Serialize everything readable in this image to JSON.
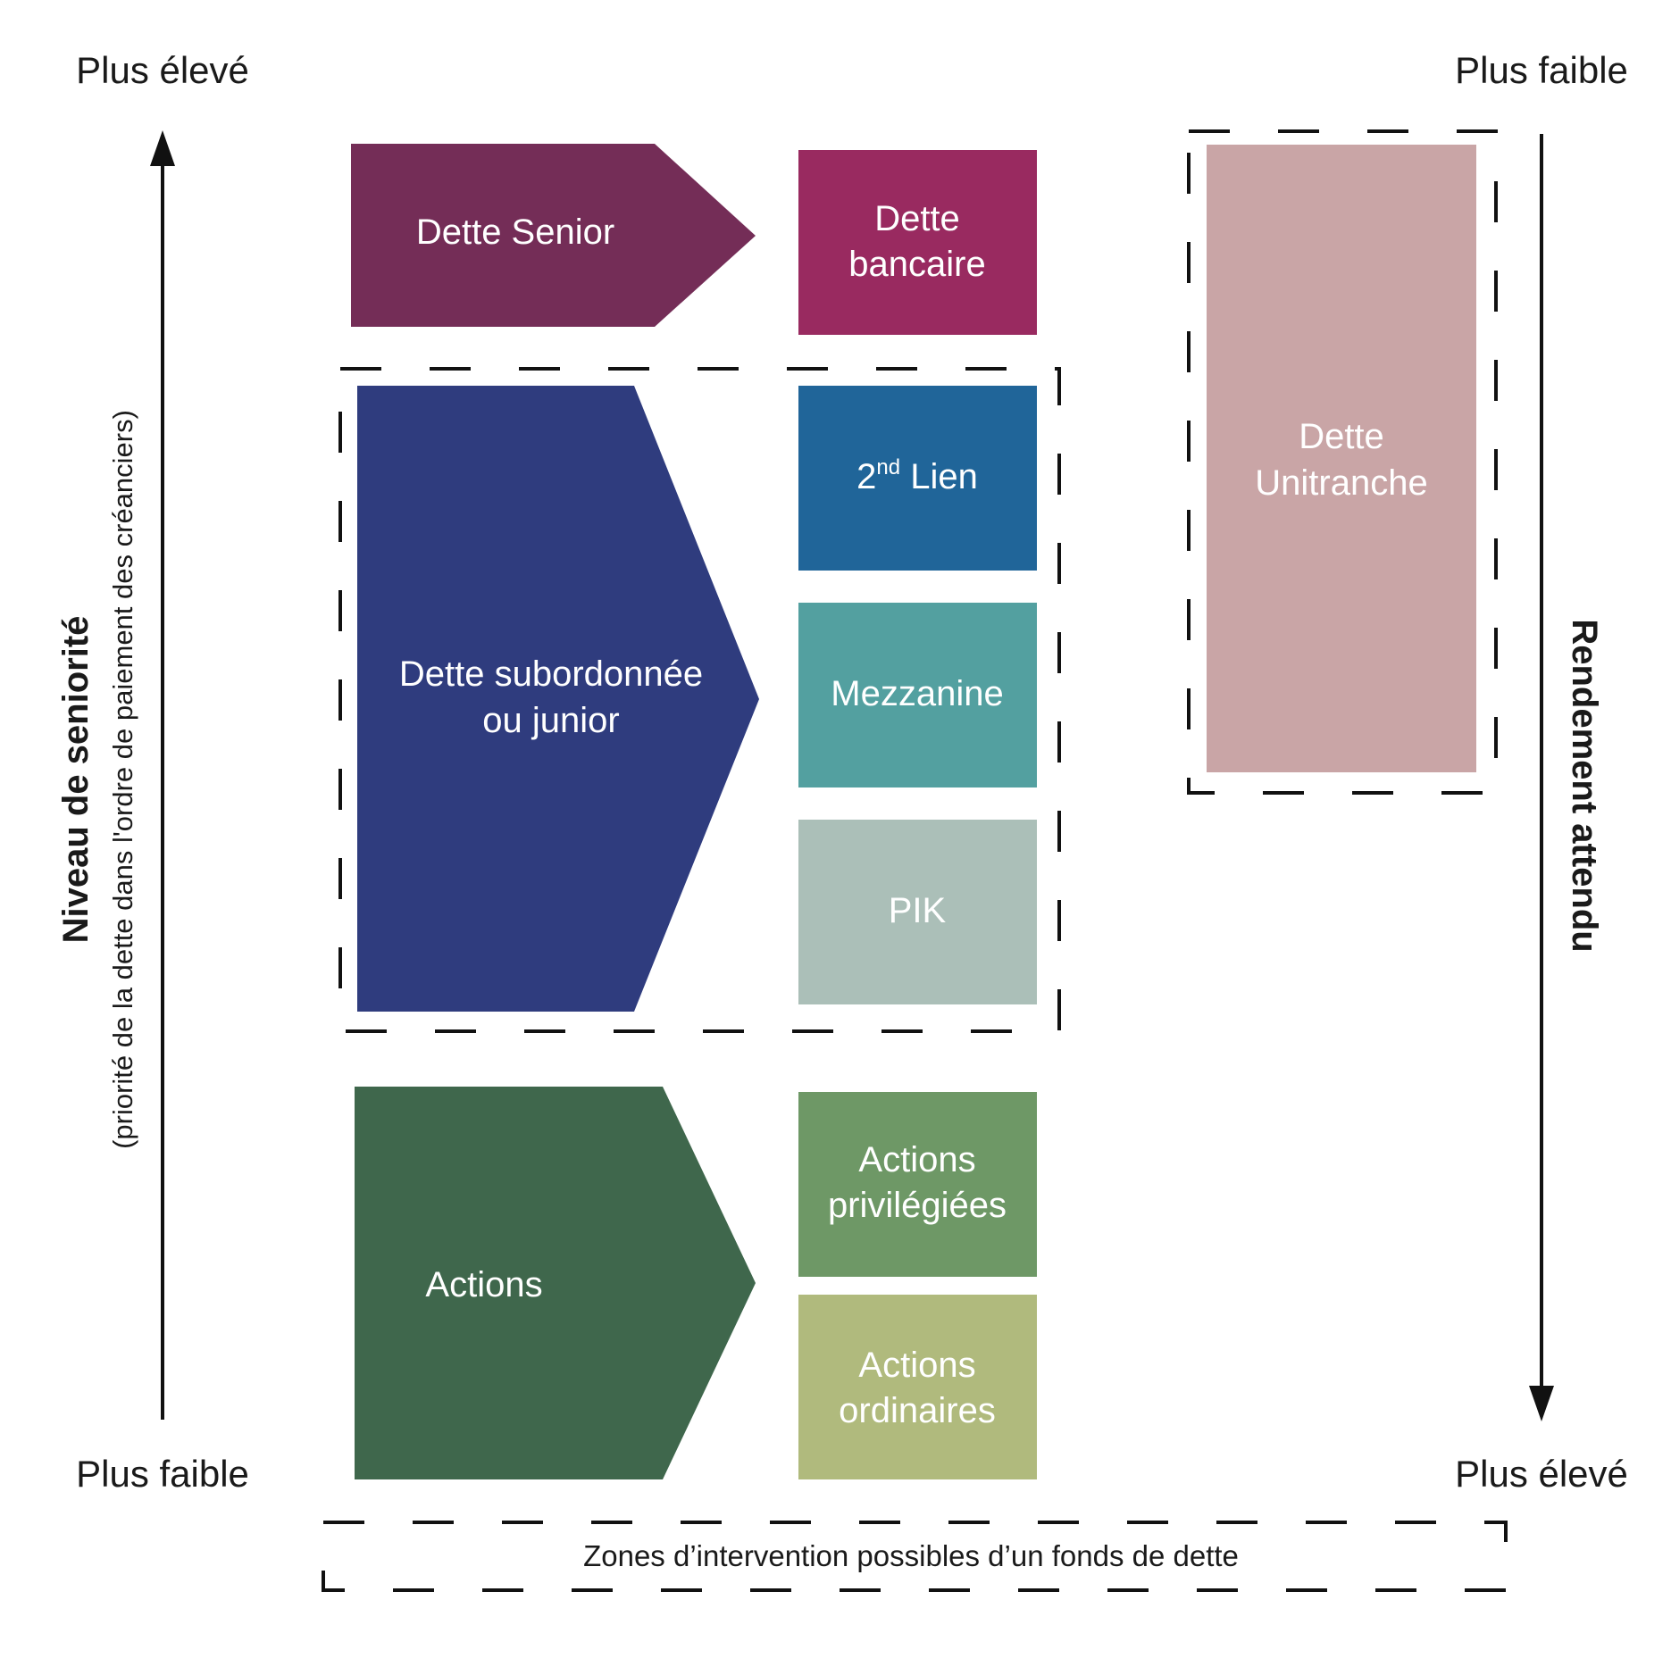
{
  "corners": {
    "left_top": "Plus élevé",
    "left_bottom": "Plus faible",
    "right_top": "Plus faible",
    "right_bottom": "Plus élevé"
  },
  "left_axis": {
    "title": "Niveau de seniorité",
    "subtitle": "(priorité de la dette dans l'ordre de paiement des créanciers)"
  },
  "right_axis": {
    "title": "Rendement attendu"
  },
  "categories": {
    "senior": {
      "label": "Dette Senior",
      "color": "#742d57"
    },
    "subordinated": {
      "line1": "Dette subordonnée",
      "line2": "ou junior",
      "color": "#2f3c7e"
    },
    "equity": {
      "label": "Actions",
      "color": "#3f674c"
    }
  },
  "instruments": {
    "bank_debt": {
      "line1": "Dette",
      "line2": "bancaire",
      "color": "#992a60"
    },
    "second_lien": {
      "main": "2",
      "sup": "nd",
      "rest": " Lien",
      "color": "#206599"
    },
    "mezzanine": {
      "label": "Mezzanine",
      "color": "#53a0a0"
    },
    "pik": {
      "label": "PIK",
      "color": "#abbfb8"
    },
    "preferred_shares": {
      "line1": "Actions",
      "line2": "privilégiées",
      "color": "#6e9866"
    },
    "common_shares": {
      "line1": "Actions",
      "line2": "ordinaires",
      "color": "#b0ba7d"
    },
    "unitranche": {
      "line1": "Dette",
      "line2": "Unitranche",
      "color": "#c9a5a6"
    }
  },
  "legend": {
    "label": "Zones d’intervention possibles d’un fonds de dette"
  }
}
